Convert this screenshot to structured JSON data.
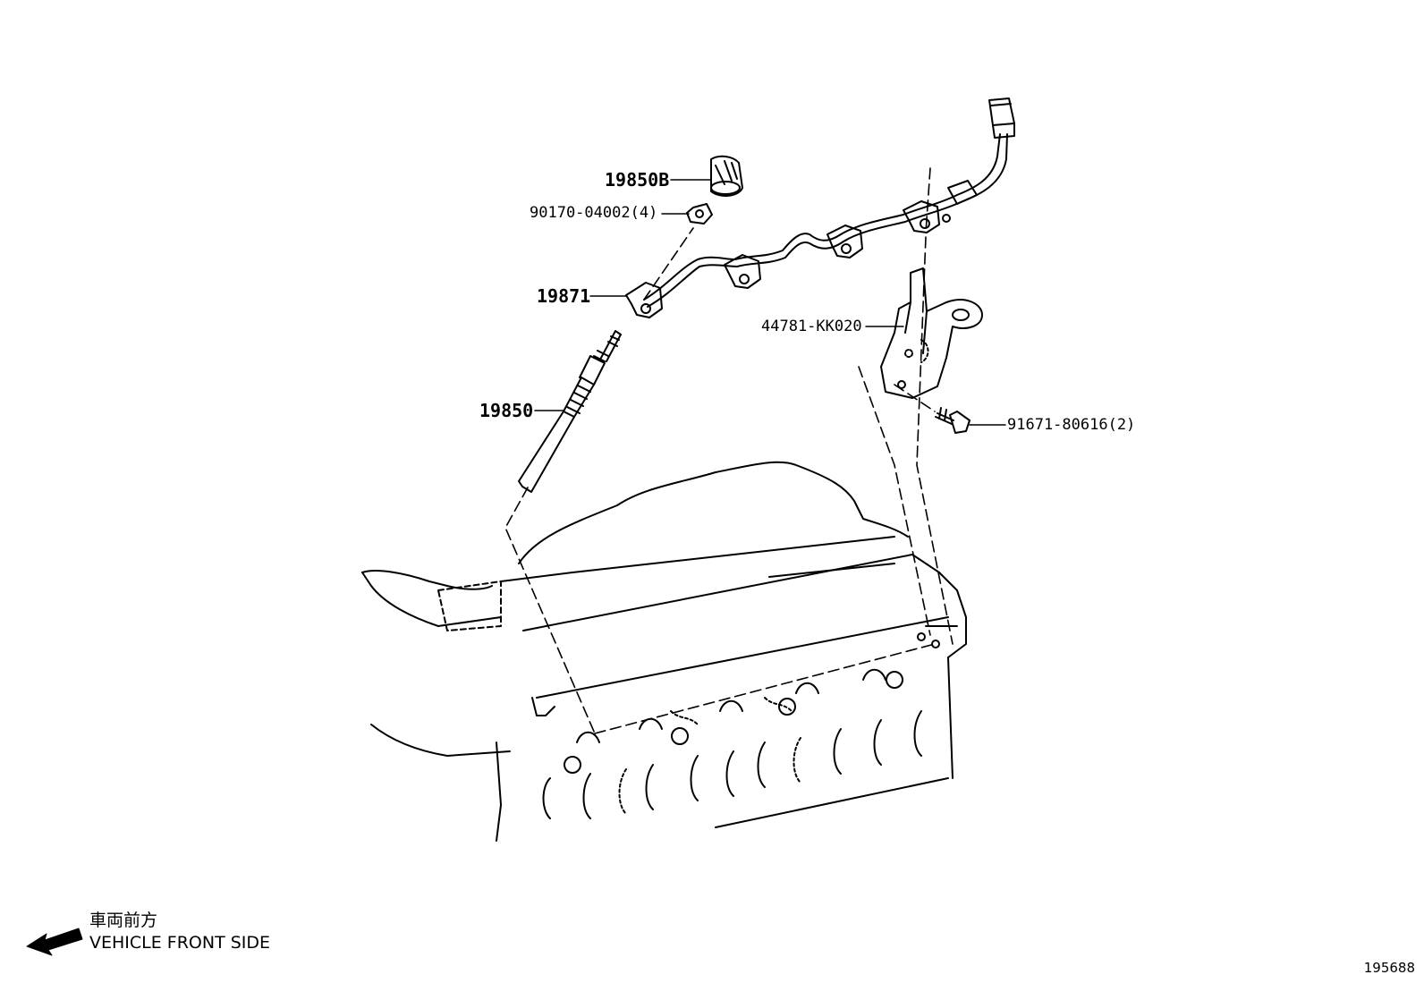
{
  "parts": [
    {
      "id": "19850B",
      "label": "19850B"
    },
    {
      "id": "90170-04002",
      "label": "90170-04002(4)"
    },
    {
      "id": "19871",
      "label": "19871"
    },
    {
      "id": "19850",
      "label": "19850"
    },
    {
      "id": "44781-KK020",
      "label": "44781-KK020"
    },
    {
      "id": "91671-80616",
      "label": "91671-80616(2)"
    }
  ],
  "direction": {
    "label_jp": "車両前方",
    "label_en": "VEHICLE FRONT SIDE"
  },
  "reference_number": "195688"
}
